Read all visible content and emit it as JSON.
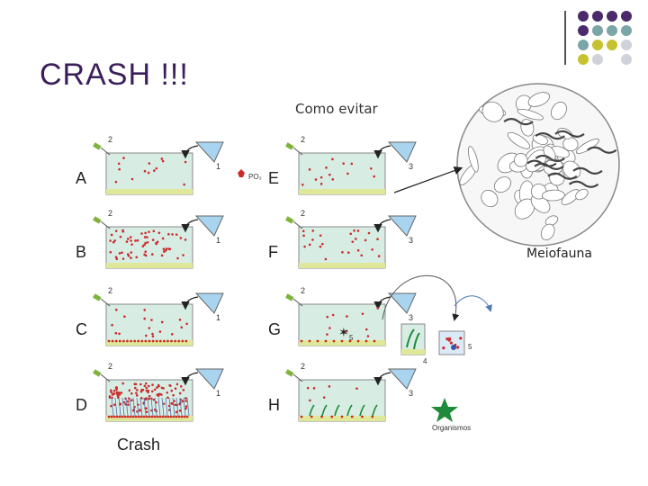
{
  "slide": {
    "title": "CRASH !!!",
    "subtitle": "Como evitar",
    "crash_label": "Crash",
    "meiofauna_label": "Meiofauna",
    "po3_label": "PO₃",
    "organismos_label": "Organismos"
  },
  "panels": [
    {
      "letter": "A"
    },
    {
      "letter": "B"
    },
    {
      "letter": "C"
    },
    {
      "letter": "D"
    },
    {
      "letter": "E"
    },
    {
      "letter": "F"
    },
    {
      "letter": "G"
    },
    {
      "letter": "H"
    }
  ],
  "numbers": {
    "one": "1",
    "two": "2",
    "three": "3",
    "four": "4",
    "five": "5"
  },
  "colors": {
    "title": "#3b1f5c",
    "tank_water": "#d7ede4",
    "tank_bottom": "#dfe89a",
    "particle": "#cc2b2b",
    "cup_water": "#a9d4ef",
    "star": "#1f8a3a",
    "accent_purple": "#4a2a6a",
    "accent_teal": "#7aa6a7",
    "accent_yellow": "#c6c22f",
    "accent_gray": "#cfd2d8"
  },
  "icons": [
    "pipette-icon",
    "arrow-icon",
    "star-icon",
    "phosphate-dot-icon",
    "plant-icon"
  ]
}
